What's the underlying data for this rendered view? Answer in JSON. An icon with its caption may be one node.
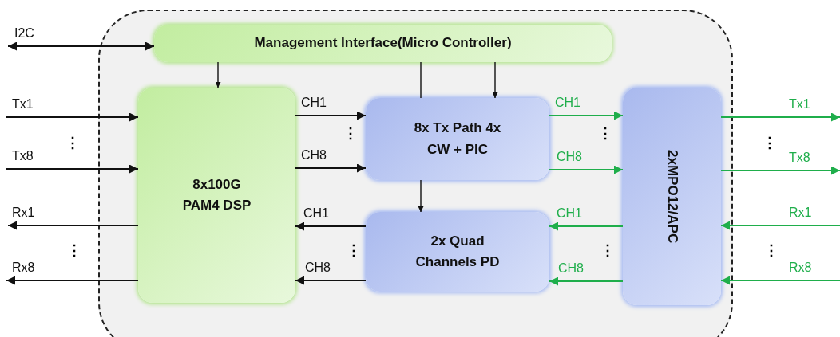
{
  "diagram": {
    "nodes": [
      {
        "text": [],
        "shape": "box"
      },
      {
        "text": [
          "Management Interface(Micro Controller)"
        ],
        "in": 0
      },
      {
        "text": [
          "8x100G PAM4 DSP"
        ],
        "in": 0
      },
      {
        "text": [
          "8x Tx Path 4x CW + PIC"
        ],
        "in": 0
      },
      {
        "text": [
          "2x Quad Channels PD"
        ],
        "in": 0
      },
      {
        "text": [
          "2xMPO12/APC"
        ],
        "in": 0
      }
    ],
    "edges": [
      {
        "from": 1,
        "to": null,
        "arrow": "both",
        "label": "I2C"
      },
      {
        "from": 1,
        "to": 2,
        "arrow": "to"
      },
      {
        "from": 1,
        "to": 3,
        "arrow": "none"
      },
      {
        "from": 3,
        "to": 4,
        "arrow": "to"
      },
      {
        "from": 1,
        "to": 3,
        "arrow": "to"
      },
      {
        "from": null,
        "to": 2,
        "arrow": "to",
        "label": "Tx1"
      },
      {
        "from": null,
        "to": 2,
        "arrow": "to",
        "label": "Tx8"
      },
      {
        "from": 2,
        "to": null,
        "arrow": "to",
        "label": "Rx1"
      },
      {
        "from": 2,
        "to": null,
        "arrow": "to",
        "label": "Rx8"
      },
      {
        "from": 2,
        "to": 3,
        "arrow": "to",
        "label": "CH1"
      },
      {
        "from": 2,
        "to": 3,
        "arrow": "to",
        "label": "CH8"
      },
      {
        "from": 4,
        "to": 2,
        "arrow": "to",
        "label": "CH1"
      },
      {
        "from": 4,
        "to": 2,
        "arrow": "to",
        "label": "CH8"
      },
      {
        "from": 3,
        "to": 5,
        "arrow": "to",
        "label": "CH1",
        "color": "#1fae4b"
      },
      {
        "from": 3,
        "to": 5,
        "arrow": "to",
        "label": "CH8",
        "color": "#1fae4b"
      },
      {
        "from": 5,
        "to": 4,
        "arrow": "to",
        "label": "CH1",
        "color": "#1fae4b"
      },
      {
        "from": 5,
        "to": 4,
        "arrow": "to",
        "label": "CH8",
        "color": "#1fae4b"
      },
      {
        "from": 5,
        "to": null,
        "arrow": "to",
        "label": "Tx1",
        "color": "#1fae4b"
      },
      {
        "from": 5,
        "to": null,
        "arrow": "to",
        "label": "Tx8",
        "color": "#1fae4b"
      },
      {
        "from": null,
        "to": 5,
        "arrow": "to",
        "label": "Rx1",
        "color": "#1fae4b"
      },
      {
        "from": null,
        "to": 5,
        "arrow": "to",
        "label": "Rx8",
        "color": "#1fae4b"
      }
    ],
    "labels": [
      "⋮",
      "⋮",
      "⋮",
      "⋮",
      "⋮",
      "⋮",
      "⋮",
      "⋮"
    ]
  }
}
